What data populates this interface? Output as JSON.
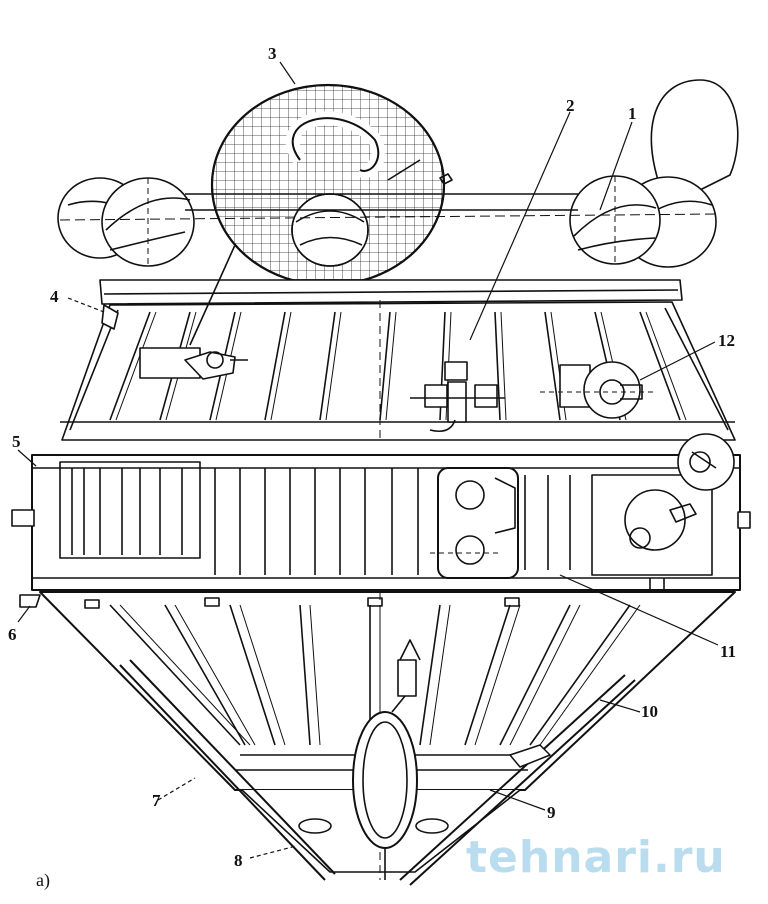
{
  "callouts": [
    "1",
    "2",
    "3",
    "4",
    "5",
    "6",
    "7",
    "8",
    "9",
    "10",
    "11",
    "12"
  ],
  "panel_label": "a)",
  "watermark": "tehnari.ru",
  "colors": {
    "ink": "#111111",
    "paper": "#ffffff",
    "watermark": "#b9dcee"
  }
}
